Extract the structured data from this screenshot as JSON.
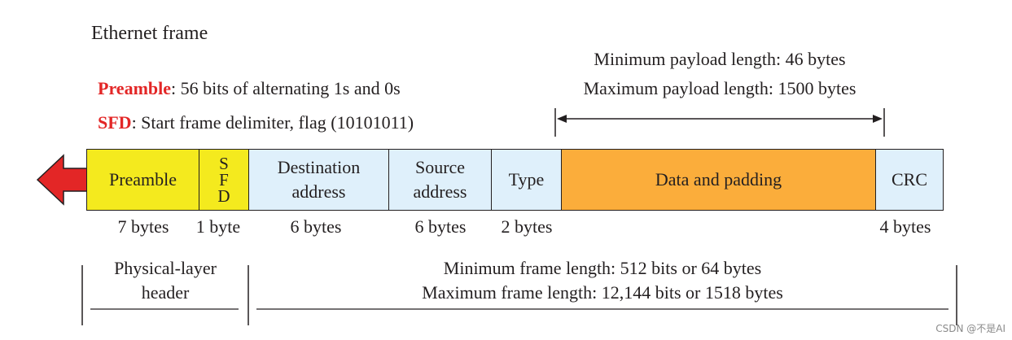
{
  "title": "Ethernet frame",
  "legend": {
    "preamble_term": "Preamble",
    "preamble_desc": ": 56 bits of alternating 1s and 0s",
    "sfd_term": "SFD",
    "sfd_desc": ": Start frame delimiter, flag (10101011)"
  },
  "payload_range": {
    "min": "Minimum payload length: 46 bytes",
    "max": "Maximum payload length: 1500 bytes"
  },
  "fields": {
    "preamble": "Preamble",
    "sfd": [
      "S",
      "F",
      "D"
    ],
    "destination": [
      "Destination",
      "address"
    ],
    "source": [
      "Source",
      "address"
    ],
    "type": "Type",
    "data": "Data and padding",
    "crc": "CRC"
  },
  "sizes": {
    "preamble": "7 bytes",
    "sfd": "1 byte",
    "destination": "6 bytes",
    "source": "6 bytes",
    "type": "2 bytes",
    "crc": "4 bytes"
  },
  "physical_header": [
    "Physical-layer",
    "header"
  ],
  "frame_length": {
    "min": "Minimum frame length: 512 bits or 64 bytes",
    "max": "Maximum frame length: 12,144 bits or 1518 bytes"
  },
  "watermark": "CSDN @不是AI",
  "colors": {
    "accent_red": "#e32626",
    "preamble_fill": "#f4ea1e",
    "address_fill": "#dff0fb",
    "data_fill": "#fbad3b"
  }
}
